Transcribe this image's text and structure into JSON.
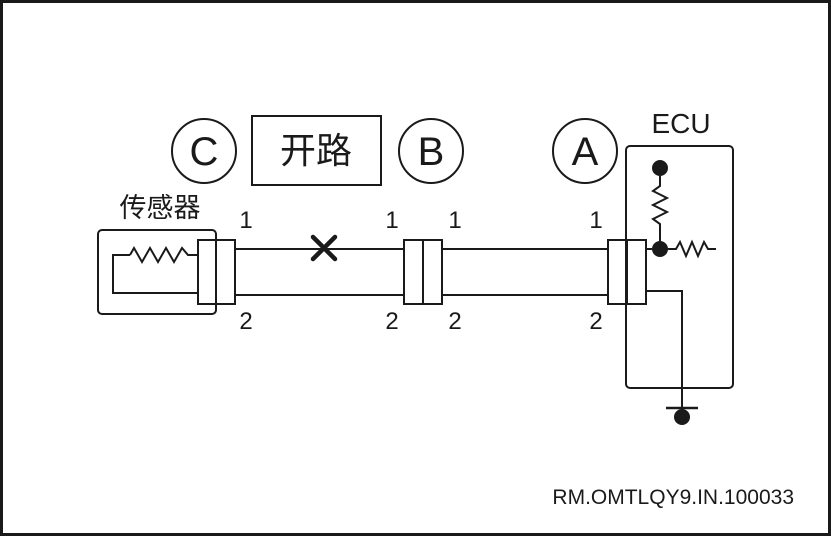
{
  "labels": {
    "connector_c": "C",
    "connector_b": "B",
    "connector_a": "A",
    "open_circuit": "开路",
    "sensor": "传感器",
    "ecu": "ECU",
    "reference_code": "RM.OMTLQY9.IN.100033"
  },
  "pins": {
    "c_top": "1",
    "c_bottom": "2",
    "b_left_top": "1",
    "b_left_bottom": "2",
    "b_right_top": "1",
    "b_right_bottom": "2",
    "a_top": "1",
    "a_bottom": "2"
  },
  "colors": {
    "line": "#1a1a1a",
    "background": "#ffffff"
  }
}
